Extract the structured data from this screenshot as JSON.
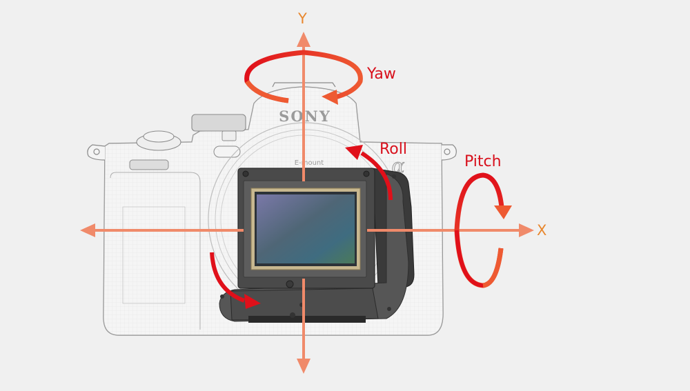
{
  "diagram": {
    "subject": "Camera body with 5-axis image stabilization sensor unit",
    "background": "#f0f0f0",
    "camera": {
      "brand_text": "SONY",
      "mount_text": "E-mount",
      "logo_glyph": "α"
    },
    "axes": [
      {
        "id": "y",
        "label": "Y",
        "color": "#f08a6a",
        "label_color": "#e8872e"
      },
      {
        "id": "x",
        "label": "X",
        "color": "#f08a6a",
        "label_color": "#e8872e"
      }
    ],
    "rotations": [
      {
        "id": "yaw",
        "label": "Yaw",
        "color": "#d8101c"
      },
      {
        "id": "roll",
        "label": "Roll",
        "color": "#d8101c"
      },
      {
        "id": "pitch",
        "label": "Pitch",
        "color": "#d8101c"
      }
    ]
  }
}
